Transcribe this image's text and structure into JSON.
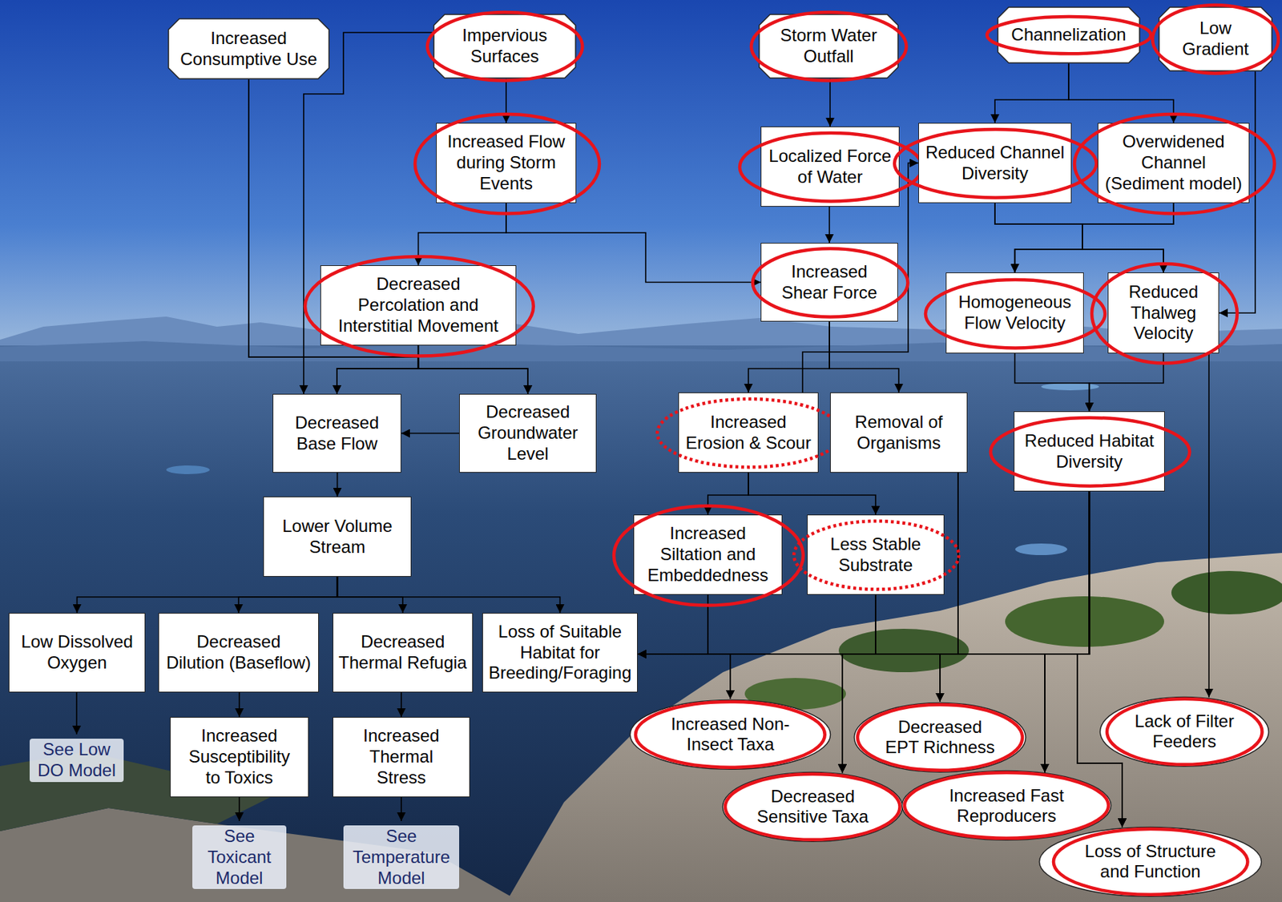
{
  "diagram": {
    "nodes": [
      {
        "text": [
          "Increased Consumptive Use"
        ]
      },
      {
        "text": [
          "Impervious Surfaces"
        ]
      },
      {
        "text": [
          "Storm Water Outfall"
        ]
      },
      {
        "text": [
          "Channelization"
        ]
      },
      {
        "text": [
          "Low Gradient"
        ]
      },
      {
        "text": [
          "Increased Flow during Storm Events"
        ]
      },
      {
        "text": [
          "Localized Force of Water"
        ]
      },
      {
        "text": [
          "Reduced Channel Diversity"
        ]
      },
      {
        "text": [
          "Overwidened Channel (Sediment model)"
        ]
      },
      {
        "text": [
          "Decreased Percolation and Interstitial Movement"
        ]
      },
      {
        "text": [
          "Increased Shear Force"
        ]
      },
      {
        "text": [
          "Homogeneous Flow Velocity"
        ]
      },
      {
        "text": [
          "Reduced Thalweg Velocity"
        ]
      },
      {
        "text": [
          "Decreased Base Flow"
        ]
      },
      {
        "text": [
          "Decreased Groundwater Level"
        ]
      },
      {
        "text": [
          "Increased Erosion & Scour"
        ]
      },
      {
        "text": [
          "Removal of Organisms"
        ]
      },
      {
        "text": [
          "Reduced Habitat Diversity"
        ]
      },
      {
        "text": [
          "Lower Volume Stream"
        ]
      },
      {
        "text": [
          "Increased Siltation and Embeddedness"
        ]
      },
      {
        "text": [
          "Less Stable Substrate"
        ]
      },
      {
        "text": [
          "Low Dissolved Oxygen"
        ]
      },
      {
        "text": [
          "Decreased Dilution (Baseflow)"
        ]
      },
      {
        "text": [
          "Decreased Thermal Refugia"
        ]
      },
      {
        "text": [
          "Loss of Suitable Habitat for Breeding/Foraging"
        ]
      },
      {
        "text": [
          "Increased Susceptibility to Toxics"
        ]
      },
      {
        "text": [
          "Increased Thermal Stress"
        ]
      },
      {
        "text": [
          "Increased Non-Insect Taxa"
        ]
      },
      {
        "text": [
          "Decreased EPT Richness"
        ]
      },
      {
        "text": [
          "Lack of Filter Feeders"
        ]
      },
      {
        "text": [
          "Decreased Sensitive Taxa"
        ]
      },
      {
        "text": [
          "Increased Fast Reproducers"
        ]
      },
      {
        "text": [
          "Loss of Structure and Function"
        ]
      }
    ],
    "edges": [
      {
        "from": 1,
        "to": 5,
        "arrow": "to"
      },
      {
        "from": 1,
        "to": 13,
        "arrow": "to"
      },
      {
        "from": 0,
        "to": 13,
        "arrow": "to"
      },
      {
        "from": 0,
        "to": 14,
        "arrow": "to"
      },
      {
        "from": 9,
        "to": 13,
        "arrow": "to"
      },
      {
        "from": 9,
        "to": 14,
        "arrow": "to"
      },
      {
        "from": 5,
        "to": 9,
        "arrow": "to"
      },
      {
        "from": 5,
        "to": 10,
        "arrow": "to"
      },
      {
        "from": 2,
        "to": 6,
        "arrow": "to"
      },
      {
        "from": 6,
        "to": 10,
        "arrow": "to"
      },
      {
        "from": 3,
        "to": 7,
        "arrow": "to"
      },
      {
        "from": 3,
        "to": 8,
        "arrow": "to"
      },
      {
        "from": 7,
        "to": 11,
        "arrow": "to"
      },
      {
        "from": 7,
        "to": 12,
        "arrow": "to"
      },
      {
        "from": 8,
        "to": 11,
        "arrow": "to"
      },
      {
        "from": 8,
        "to": 12,
        "arrow": "to"
      },
      {
        "from": 4,
        "to": 12,
        "arrow": "to"
      },
      {
        "from": 10,
        "to": 15,
        "arrow": "to"
      },
      {
        "from": 10,
        "to": 16,
        "arrow": "to"
      },
      {
        "from": 15,
        "to": 7,
        "arrow": "to"
      },
      {
        "from": 14,
        "to": 13,
        "arrow": "to"
      },
      {
        "from": 13,
        "to": 18,
        "arrow": "to"
      },
      {
        "from": 15,
        "to": 19,
        "arrow": "to"
      },
      {
        "from": 15,
        "to": 20,
        "arrow": "to"
      },
      {
        "from": 11,
        "to": 17,
        "arrow": "to"
      },
      {
        "from": 12,
        "to": 17,
        "arrow": "to"
      },
      {
        "from": 12,
        "to": 29,
        "arrow": "to"
      },
      {
        "from": 18,
        "to": 21,
        "arrow": "to"
      },
      {
        "from": 18,
        "to": 22,
        "arrow": "to"
      },
      {
        "from": 18,
        "to": 23,
        "arrow": "to"
      },
      {
        "from": 18,
        "to": 24,
        "arrow": "to"
      },
      {
        "from": 22,
        "to": 25,
        "arrow": "to"
      },
      {
        "from": 23,
        "to": 26,
        "arrow": "to"
      },
      {
        "from": 19,
        "to": 24,
        "arrow": "to"
      },
      {
        "from": 19,
        "to": 27,
        "arrow": "to"
      },
      {
        "from": 19,
        "to": 28,
        "arrow": "to"
      },
      {
        "from": 19,
        "to": 30,
        "arrow": "to"
      },
      {
        "from": 19,
        "to": 31,
        "arrow": "to"
      },
      {
        "from": 19,
        "to": 32,
        "arrow": "to"
      },
      {
        "from": 20,
        "to": 24,
        "arrow": "to"
      },
      {
        "from": 20,
        "to": 27,
        "arrow": "to"
      },
      {
        "from": 20,
        "to": 28,
        "arrow": "to"
      },
      {
        "from": 20,
        "to": 30,
        "arrow": "to"
      },
      {
        "from": 20,
        "to": 31,
        "arrow": "to"
      },
      {
        "from": 20,
        "to": 32,
        "arrow": "to"
      },
      {
        "from": 16,
        "to": 24,
        "arrow": "to"
      },
      {
        "from": 16,
        "to": 27,
        "arrow": "to"
      },
      {
        "from": 16,
        "to": 28,
        "arrow": "to"
      },
      {
        "from": 16,
        "to": 30,
        "arrow": "to"
      },
      {
        "from": 16,
        "to": 31,
        "arrow": "to"
      },
      {
        "from": 16,
        "to": 32,
        "arrow": "to"
      },
      {
        "from": 17,
        "to": 24,
        "arrow": "to"
      },
      {
        "from": 17,
        "to": 27,
        "arrow": "to"
      },
      {
        "from": 17,
        "to": 28,
        "arrow": "to"
      },
      {
        "from": 17,
        "to": 30,
        "arrow": "to"
      },
      {
        "from": 17,
        "to": 31,
        "arrow": "to"
      },
      {
        "from": 17,
        "to": 32,
        "arrow": "to"
      }
    ],
    "labels": [
      "See Low DO Model",
      "See Toxicant Model",
      "See Temperature Model"
    ]
  }
}
